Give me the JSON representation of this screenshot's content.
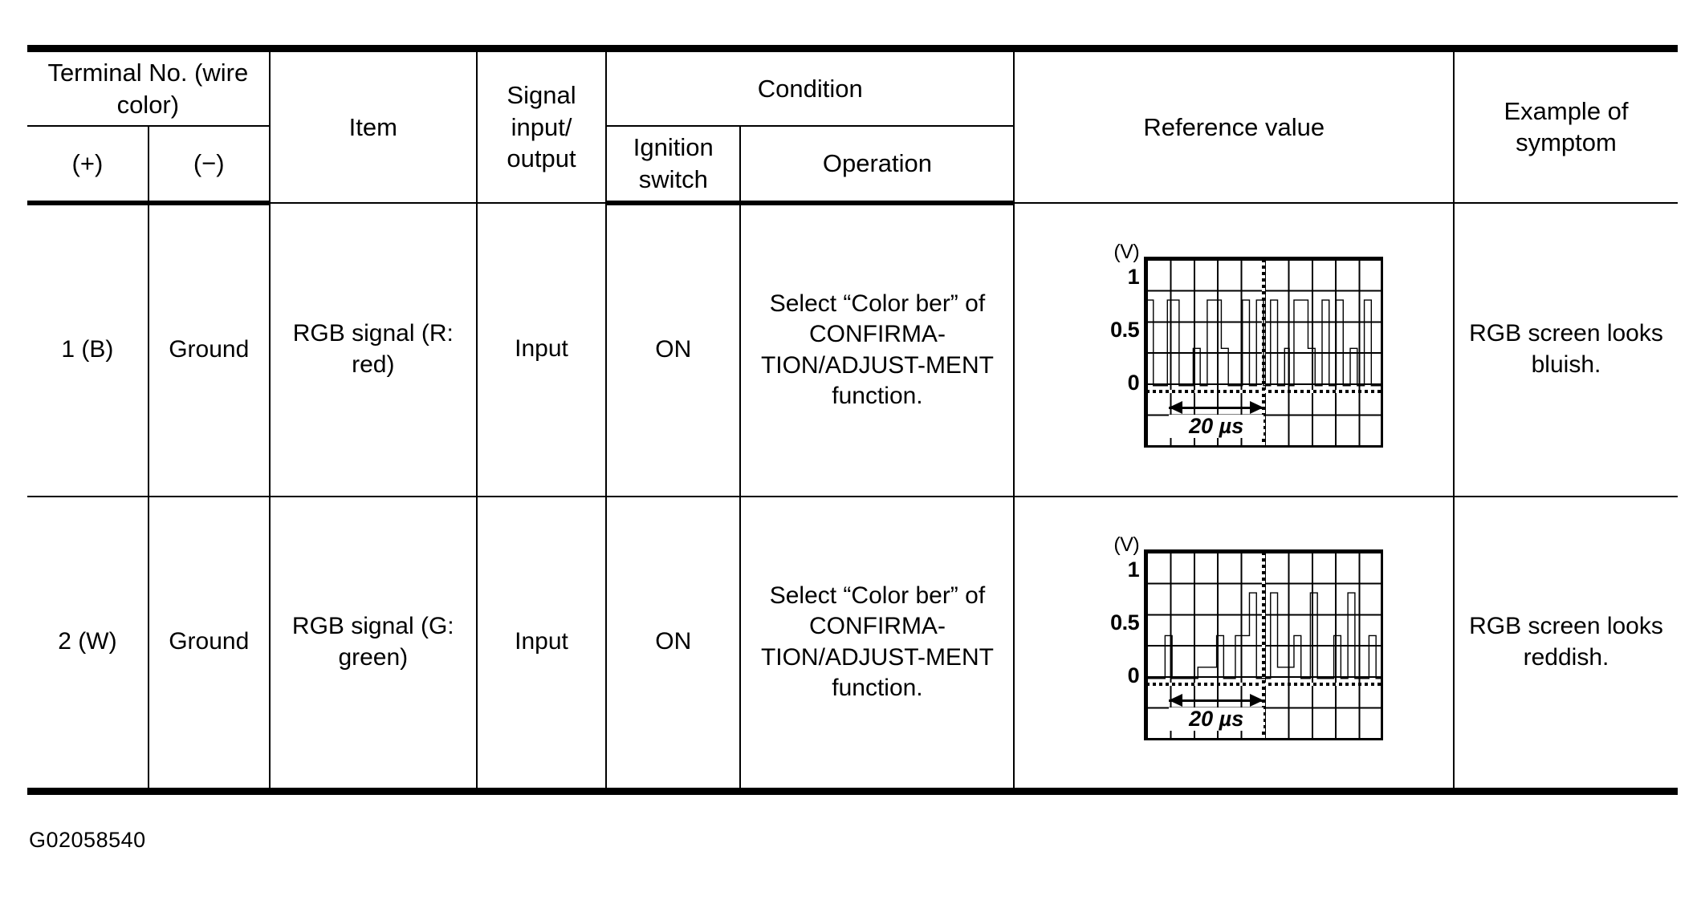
{
  "figure_code": "G02058540",
  "table": {
    "headers": {
      "terminal_group": "Terminal No. (wire color)",
      "terminal_plus": "(+)",
      "terminal_minus": "(−)",
      "item": "Item",
      "signal_io": "Signal input/ output",
      "condition": "Condition",
      "ignition_switch": "Ignition switch",
      "operation": "Operation",
      "reference_value": "Reference value",
      "example_of_symptom": "Example of symptom"
    },
    "rows": [
      {
        "terminal_plus": "1 (B)",
        "terminal_minus": "Ground",
        "item": "RGB signal (R: red)",
        "signal_io": "Input",
        "ignition_switch": "ON",
        "operation": "Select “Color ber” of CONFIRMA-TION/ADJUST-MENT function.",
        "symptom": "RGB screen looks bluish.",
        "scope": {
          "unit_label": "(V)",
          "y_ticks": [
            "1",
            "0.5",
            "0"
          ],
          "timebase": "20 µs",
          "grid_columns": 10,
          "grid_rows": 6
        }
      },
      {
        "terminal_plus": "2 (W)",
        "terminal_minus": "Ground",
        "item": "RGB signal (G: green)",
        "signal_io": "Input",
        "ignition_switch": "ON",
        "operation": "Select “Color ber” of CONFIRMA-TION/ADJUST-MENT function.",
        "symptom": "RGB screen looks reddish.",
        "scope": {
          "unit_label": "(V)",
          "y_ticks": [
            "1",
            "0.5",
            "0"
          ],
          "timebase": "20 µs",
          "grid_columns": 10,
          "grid_rows": 6
        }
      }
    ]
  },
  "chart_data": [
    {
      "type": "line",
      "title": "RGB signal (R: red) oscilloscope trace",
      "xlabel": "",
      "ylabel": "(V)",
      "ylim": [
        -0.25,
        1.25
      ],
      "yticks": [
        0,
        0.5,
        1
      ],
      "xlim": [
        0,
        100
      ],
      "grid": true,
      "timebase_per_3_div": "20 µs",
      "baseline_volts": 0,
      "high_level_volts": 0.7,
      "mid_level_volts": 0.3,
      "points": [
        [
          0,
          0.7
        ],
        [
          3,
          0.7
        ],
        [
          3,
          0.0
        ],
        [
          9,
          0.0
        ],
        [
          9,
          0.7
        ],
        [
          14,
          0.7
        ],
        [
          14,
          0.0
        ],
        [
          20,
          0.0
        ],
        [
          20,
          0.3
        ],
        [
          23,
          0.3
        ],
        [
          23,
          0.0
        ],
        [
          26,
          0.0
        ],
        [
          26,
          0.7
        ],
        [
          32,
          0.7
        ],
        [
          32,
          0.3
        ],
        [
          35,
          0.3
        ],
        [
          35,
          0.0
        ],
        [
          41,
          0.0
        ],
        [
          41,
          0.7
        ],
        [
          44,
          0.7
        ],
        [
          44,
          0.0
        ],
        [
          47,
          0.0
        ],
        [
          47,
          0.7
        ],
        [
          50,
          0.7
        ],
        [
          50,
          0.0
        ],
        [
          53,
          0.0
        ],
        [
          53,
          0.7
        ],
        [
          56,
          0.7
        ],
        [
          56,
          0.0
        ],
        [
          59,
          0.0
        ],
        [
          59,
          0.3
        ],
        [
          61,
          0.3
        ],
        [
          61,
          0.0
        ],
        [
          63,
          0.0
        ],
        [
          63,
          0.7
        ],
        [
          69,
          0.7
        ],
        [
          69,
          0.3
        ],
        [
          72,
          0.3
        ],
        [
          72,
          0.0
        ],
        [
          75,
          0.0
        ],
        [
          75,
          0.7
        ],
        [
          78,
          0.7
        ],
        [
          78,
          0.0
        ],
        [
          81,
          0.0
        ],
        [
          81,
          0.7
        ],
        [
          84,
          0.7
        ],
        [
          84,
          0.0
        ],
        [
          87,
          0.0
        ],
        [
          87,
          0.3
        ],
        [
          90,
          0.3
        ],
        [
          90,
          0.0
        ],
        [
          93,
          0.0
        ],
        [
          93,
          0.7
        ],
        [
          96,
          0.7
        ],
        [
          96,
          0.0
        ],
        [
          100,
          0.0
        ]
      ]
    },
    {
      "type": "line",
      "title": "RGB signal (G: green) oscilloscope trace",
      "xlabel": "",
      "ylabel": "(V)",
      "ylim": [
        -0.25,
        1.25
      ],
      "yticks": [
        0,
        0.5,
        1
      ],
      "xlim": [
        0,
        100
      ],
      "grid": true,
      "timebase_per_3_div": "20 µs",
      "baseline_volts": 0,
      "high_level_volts": 0.7,
      "mid_level_volts": 0.35,
      "points": [
        [
          0,
          0.0
        ],
        [
          8,
          0.0
        ],
        [
          8,
          0.35
        ],
        [
          11,
          0.35
        ],
        [
          11,
          0.0
        ],
        [
          22,
          0.0
        ],
        [
          22,
          0.1
        ],
        [
          30,
          0.1
        ],
        [
          30,
          0.35
        ],
        [
          33,
          0.35
        ],
        [
          33,
          0.0
        ],
        [
          38,
          0.0
        ],
        [
          38,
          0.35
        ],
        [
          44,
          0.35
        ],
        [
          44,
          0.7
        ],
        [
          47,
          0.7
        ],
        [
          47,
          0.0
        ],
        [
          53,
          0.0
        ],
        [
          53,
          0.7
        ],
        [
          56,
          0.7
        ],
        [
          56,
          0.1
        ],
        [
          63,
          0.1
        ],
        [
          63,
          0.35
        ],
        [
          66,
          0.35
        ],
        [
          66,
          0.0
        ],
        [
          70,
          0.0
        ],
        [
          70,
          0.7
        ],
        [
          73,
          0.7
        ],
        [
          73,
          0.0
        ],
        [
          80,
          0.0
        ],
        [
          80,
          0.35
        ],
        [
          83,
          0.35
        ],
        [
          83,
          0.0
        ],
        [
          86,
          0.0
        ],
        [
          86,
          0.7
        ],
        [
          89,
          0.7
        ],
        [
          89,
          0.0
        ],
        [
          95,
          0.0
        ],
        [
          95,
          0.35
        ],
        [
          98,
          0.35
        ],
        [
          98,
          0.0
        ],
        [
          100,
          0.0
        ]
      ]
    }
  ]
}
